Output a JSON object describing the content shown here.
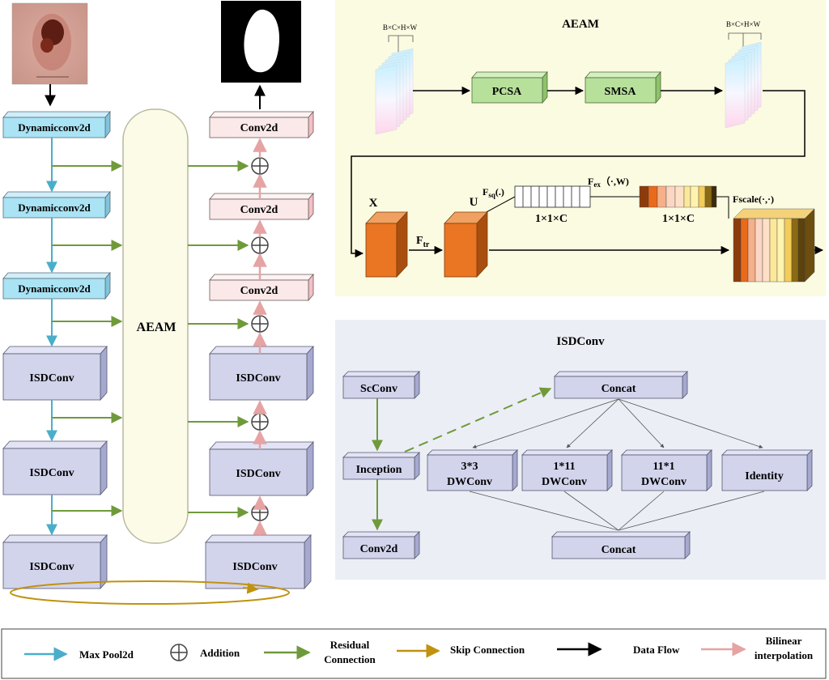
{
  "encoder": {
    "dyn": [
      "Dynamicconv2d",
      "Dynamicconv2d",
      "Dynamicconv2d"
    ],
    "isd": [
      "ISDConv",
      "ISDConv",
      "ISDConv"
    ]
  },
  "decoder": {
    "conv": [
      "Conv2d",
      "Conv2d",
      "Conv2d"
    ],
    "isd": [
      "ISDConv",
      "ISDConv",
      "ISDConv"
    ]
  },
  "aeam_label": "AEAM",
  "aeam_panel": {
    "title": "AEAM",
    "tensor_in": "B×C×H×W",
    "tensor_out": "B×C×H×W",
    "pcsa": "PCSA",
    "smsa": "SMSA",
    "x": "X",
    "u": "U",
    "ftr": "F",
    "ftr_sub": "tr",
    "fsq": "F",
    "fsq_sub": "sq",
    "fsq_arg": "(.)",
    "fex": "F",
    "fex_sub": "ex",
    "fex_arg": "（·,W)",
    "vec1": "1×1×C",
    "vec2": "1×1×C",
    "fscale": "Fscale(·,·)"
  },
  "isd_panel": {
    "title": "ISDConv",
    "scconv": "ScConv",
    "inception": "Inception",
    "conv2d": "Conv2d",
    "concat_top": "Concat",
    "concat_bottom": "Concat",
    "branches": [
      {
        "l1": "3*3",
        "l2": "DWConv"
      },
      {
        "l1": "1*11",
        "l2": "DWConv"
      },
      {
        "l1": "11*1",
        "l2": "DWConv"
      },
      {
        "l1": "Identity",
        "l2": ""
      }
    ]
  },
  "legend": {
    "max_pool": "Max Pool2d",
    "addition": "Addition",
    "residual1": "Residual",
    "residual2": "Connection",
    "skip": "Skip Connection",
    "data_flow": "Data Flow",
    "bilinear1": "Bilinear",
    "bilinear2": "interpolation"
  },
  "colors": {
    "max_pool": "#4aaecb",
    "residual": "#6f9a3a",
    "skip": "#c0920e",
    "bilinear": "#e6a3a3",
    "dyn_box": "#a9e3f4",
    "isd_box": "#d2d4ec",
    "conv_box": "#fbe9e9",
    "aeam_fill": "#fbfbe7",
    "green_box": "#b7e19b",
    "orange": "#ea7522"
  }
}
